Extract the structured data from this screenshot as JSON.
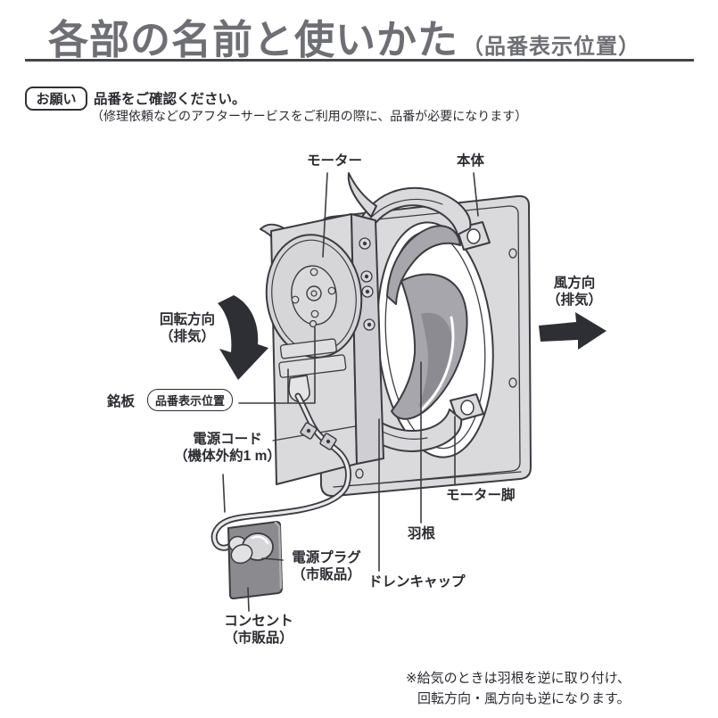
{
  "page": {
    "title": "各部の名前と使いかた",
    "title_suffix": "（品番表示位置）"
  },
  "notice": {
    "badge": "お願い",
    "heading": "品番をご確認ください。",
    "detail": "（修理依頼などのアフターサービスをご利用の際に、品番が必要になります）"
  },
  "diagram": {
    "labels": {
      "motor": "モーター",
      "body": "本体",
      "rotation_line1": "回転方向",
      "rotation_line2": "（排気）",
      "wind_line1": "風方向",
      "wind_line2": "（排気）",
      "nameplate": "銘板",
      "nameplate_badge": "品番表示位置",
      "power_cord_line1": "電源コード",
      "power_cord_line2": "（機体外約1 m）",
      "plug_line1": "電源プラグ",
      "plug_line2": "（市販品）",
      "outlet_line1": "コンセント",
      "outlet_line2": "（市販品）",
      "drain_cap": "ドレンキャップ",
      "blade": "羽根",
      "motor_leg": "モーター脚"
    },
    "colors": {
      "outline": "#3b3c41",
      "body_fill": "#dadadc",
      "blade_fill": "#a6a6ac",
      "blade_dark": "#8b8b91",
      "outlet_fill": "#8a8a8f",
      "arrow": "#2e2f34",
      "title_gray": "#6e6f75"
    }
  },
  "footnote": {
    "line1": "※給気のときは羽根を逆に取り付け、",
    "line2": "回転方向・風方向も逆になります。"
  }
}
